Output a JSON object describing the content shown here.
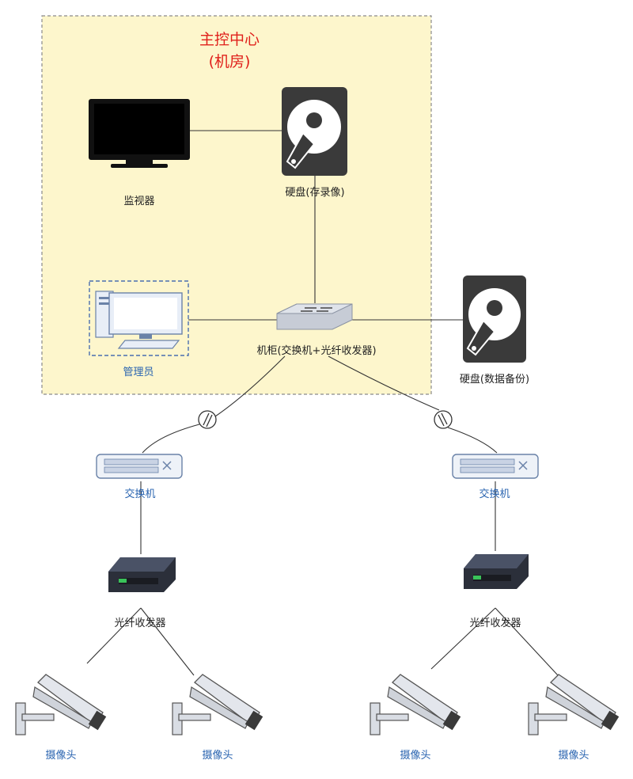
{
  "room": {
    "title": "主控中心",
    "subtitle": "(机房)"
  },
  "labels": {
    "monitor": "监视器",
    "hdd_record": "硬盘(存录像)",
    "admin": "管理员",
    "cabinet": "机柜(交换机+光纤收发器)",
    "hdd_backup": "硬盘(数据备份)",
    "switch_left": "交换机",
    "switch_right": "交换机",
    "transceiver_left": "光纤收发器",
    "transceiver_right": "光纤收发器",
    "camera_1": "摄像头",
    "camera_2": "摄像头",
    "camera_3": "摄像头",
    "camera_4": "摄像头"
  },
  "colors": {
    "room_fill": "#fdf6cc",
    "room_border": "#8a8a8a",
    "title": "#e0201b",
    "blue_label": "#2a64b0",
    "device_dark": "#3a3a3a",
    "link": "#333333"
  }
}
